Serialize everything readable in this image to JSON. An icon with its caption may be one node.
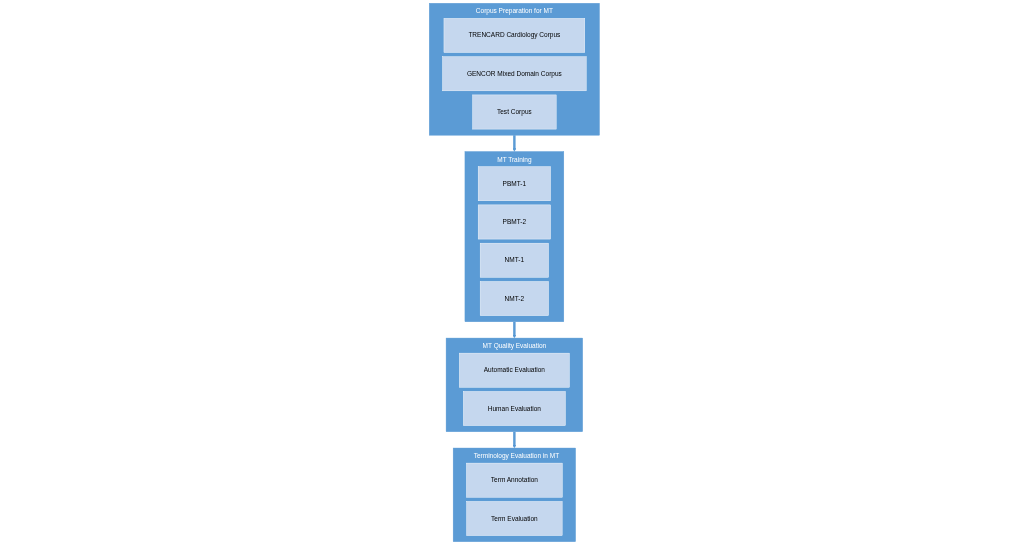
{
  "diagram": {
    "nodes": [
      {
        "text": [
          "Corpus Preparation for MT"
        ]
      },
      {
        "text": [
          "TRENCARD Cardiology Corpus"
        ],
        "in": 0
      },
      {
        "text": [
          "GENCOR Mixed Domain Corpus"
        ],
        "in": 0
      },
      {
        "text": [
          "Test Corpus"
        ],
        "in": 0
      },
      {
        "text": [
          "MT Training"
        ]
      },
      {
        "text": [
          "PBMT-1"
        ],
        "in": 4
      },
      {
        "text": [
          "PBMT-2"
        ],
        "in": 4
      },
      {
        "text": [
          "NMT-1"
        ],
        "in": 4
      },
      {
        "text": [
          "NMT-2"
        ],
        "in": 4
      },
      {
        "text": [
          "MT Quality Evaluation"
        ]
      },
      {
        "text": [
          "Automatic Evaluation"
        ],
        "in": 9
      },
      {
        "text": [
          "Human Evaluation"
        ],
        "in": 9
      },
      {
        "text": [
          "Terminology Evaluation in MT"
        ]
      },
      {
        "text": [
          "Term Annotation"
        ],
        "in": 12
      },
      {
        "text": [
          "Term Evaluation"
        ],
        "in": 12
      }
    ],
    "edges": [
      {
        "from": 0,
        "to": 4,
        "arrow": "to"
      },
      {
        "from": 4,
        "to": 9,
        "arrow": "to"
      },
      {
        "from": 9,
        "to": 12,
        "arrow": "to"
      }
    ]
  }
}
